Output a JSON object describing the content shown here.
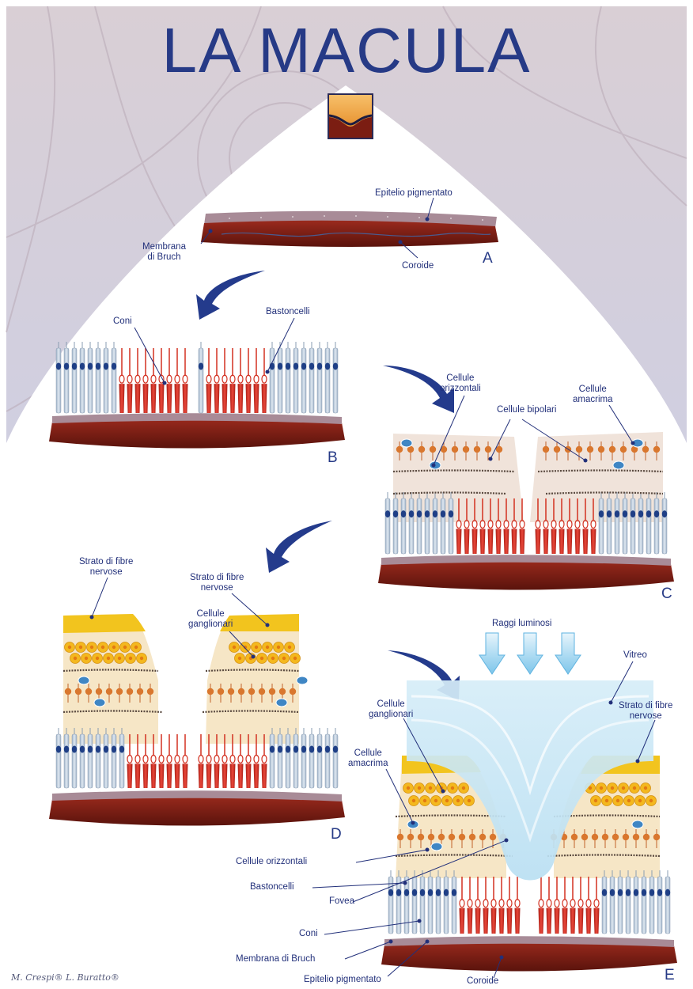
{
  "title": "LA MACULA",
  "credit": "M. Crespi®  L. Buratto®",
  "colors": {
    "title_blue": "#263a86",
    "label_blue": "#22307a",
    "choroid": "#7e1f16",
    "epithelium": "#9b7a86",
    "cone": "#d23020",
    "rod": "#b9c8d8",
    "ganglion": "#f4b81e",
    "bipolar": "#d9772e",
    "amacrine": "#3f86c4",
    "vitreous": "#c9e6f5",
    "arrow": "#243b8c"
  },
  "panels": {
    "a": {
      "letter": "A",
      "labels": {
        "epitelio": "Epitelio pigmentato",
        "membrana_1": "Membrana",
        "membrana_2": "di Bruch",
        "coroide": "Coroide"
      }
    },
    "b": {
      "letter": "B",
      "labels": {
        "coni": "Coni",
        "bastoncelli": "Bastoncelli"
      }
    },
    "c": {
      "letter": "C",
      "labels": {
        "orizzontali_1": "Cellule",
        "orizzontali_2": "orizzontali",
        "bipolari": "Cellule bipolari",
        "amacrima_1": "Cellule",
        "amacrima_2": "amacrima"
      }
    },
    "d": {
      "letter": "D",
      "labels": {
        "fibre_left_1": "Strato di fibre",
        "fibre_left_2": "nervose",
        "fibre_right_1": "Strato di fibre",
        "fibre_right_2": "nervose",
        "ganglionari_1": "Cellule",
        "ganglionari_2": "ganglionari"
      }
    },
    "e": {
      "letter": "E",
      "labels": {
        "raggi": "Raggi luminosi",
        "vitreo": "Vitreo",
        "fibre_1": "Strato di fibre",
        "fibre_2": "nervose",
        "ganglionari_1": "Cellule",
        "ganglionari_2": "ganglionari",
        "amacrima_1": "Cellule",
        "amacrima_2": "amacrima",
        "orizzontali": "Cellule orizzontali",
        "bastoncelli": "Bastoncelli",
        "fovea": "Fovea",
        "coni": "Coni",
        "membrana": "Membrana di Bruch",
        "epitelio": "Epitelio pigmentato",
        "coroide": "Coroide"
      }
    }
  }
}
